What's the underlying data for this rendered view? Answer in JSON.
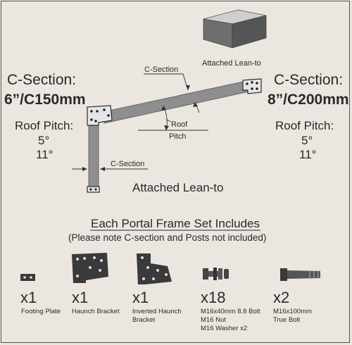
{
  "left_spec": {
    "heading": "C-Section:",
    "size": "6”/C150mm",
    "pitch_label": "Roof Pitch:",
    "pitches": [
      "5°",
      "11°"
    ]
  },
  "right_spec": {
    "heading": "C-Section:",
    "size": "8”/C200mm",
    "pitch_label": "Roof Pitch:",
    "pitches": [
      "5°",
      "11°"
    ]
  },
  "diagram": {
    "lean_to_caption": "Attached Lean-to",
    "rafter_label": "C-Section",
    "roof_pitch_label": [
      "Roof",
      "Pitch"
    ],
    "post_label": "C-Section",
    "frame_caption": "Attached Lean-to"
  },
  "includes": {
    "title": "Each Portal Frame Set Includes",
    "note": "(Please note C-section and Posts not included)",
    "items": [
      {
        "qty": "x1",
        "name": "Footing Plate",
        "icon": "footing-plate-icon"
      },
      {
        "qty": "x1",
        "name": "Haunch Bracket",
        "icon": "haunch-bracket-icon"
      },
      {
        "qty": "x1",
        "name_lines": [
          "Inverted Haunch",
          "Bracket"
        ],
        "icon": "inverted-haunch-bracket-icon"
      },
      {
        "qty": "x18",
        "name_lines": [
          "M16x40mm 8.8 Bolt",
          "M16 Nut",
          "M16 Washer x2"
        ],
        "icon": "bolt-nut-washer-icon"
      },
      {
        "qty": "x2",
        "name_lines": [
          "M16x100mm",
          "True Bolt"
        ],
        "icon": "true-bolt-icon"
      }
    ]
  },
  "colors": {
    "background": "#ebe6df",
    "section": "#8e8e8e",
    "bracket": "#3a3a3a"
  }
}
